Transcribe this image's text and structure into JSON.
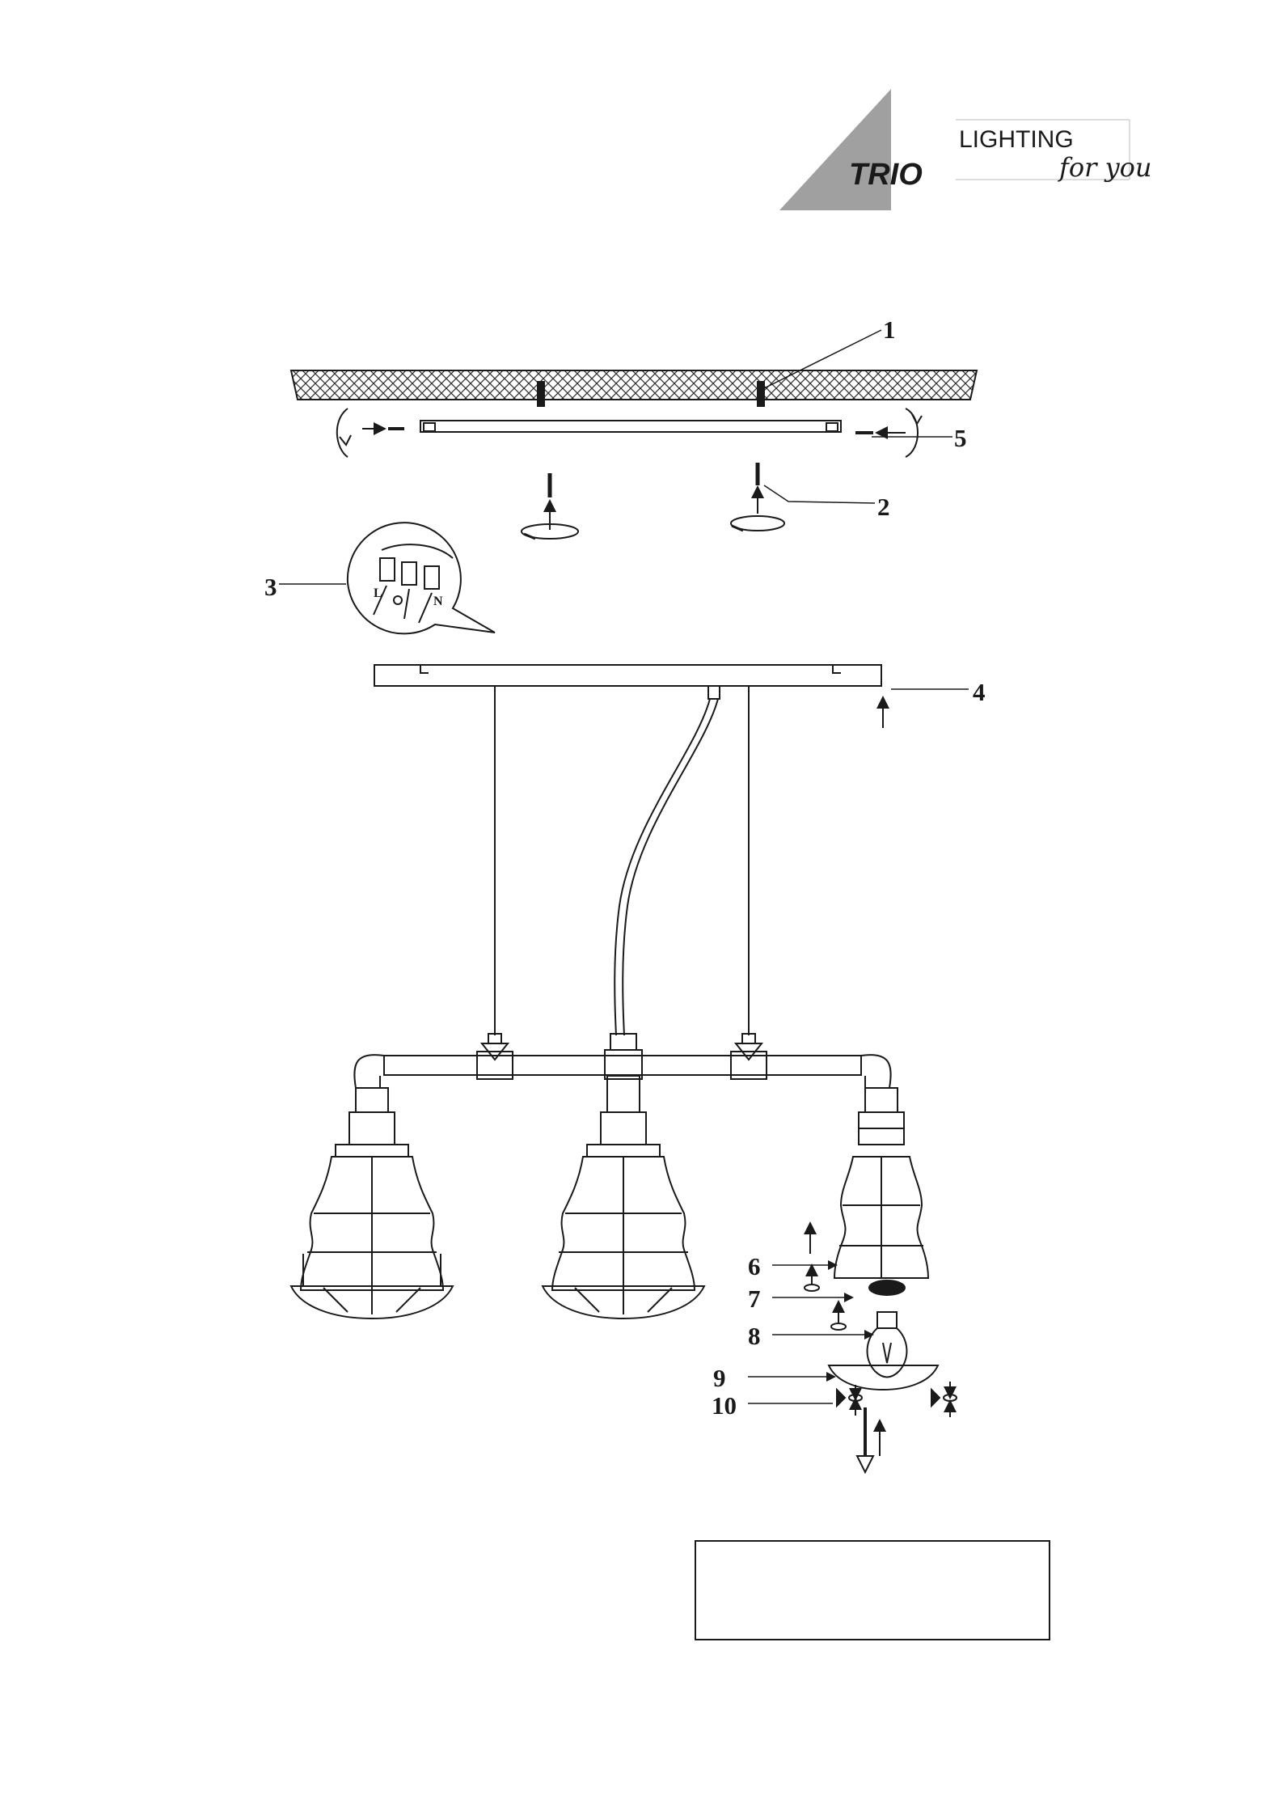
{
  "logo": {
    "brand": "TRIO",
    "tagline_top": "LIGHTING",
    "tagline_bottom": "for you"
  },
  "callouts": [
    {
      "id": "1",
      "label": "1"
    },
    {
      "id": "2",
      "label": "2"
    },
    {
      "id": "3",
      "label": "3"
    },
    {
      "id": "4",
      "label": "4"
    },
    {
      "id": "5",
      "label": "5"
    },
    {
      "id": "6",
      "label": "6"
    },
    {
      "id": "7",
      "label": "7"
    },
    {
      "id": "8",
      "label": "8"
    },
    {
      "id": "9",
      "label": "9"
    },
    {
      "id": "10",
      "label": "10"
    }
  ],
  "terminal_labels": {
    "l": "L",
    "n": "N"
  },
  "colors": {
    "line": "#1a1a1a",
    "logo_gray": "#999999",
    "background": "#ffffff"
  }
}
